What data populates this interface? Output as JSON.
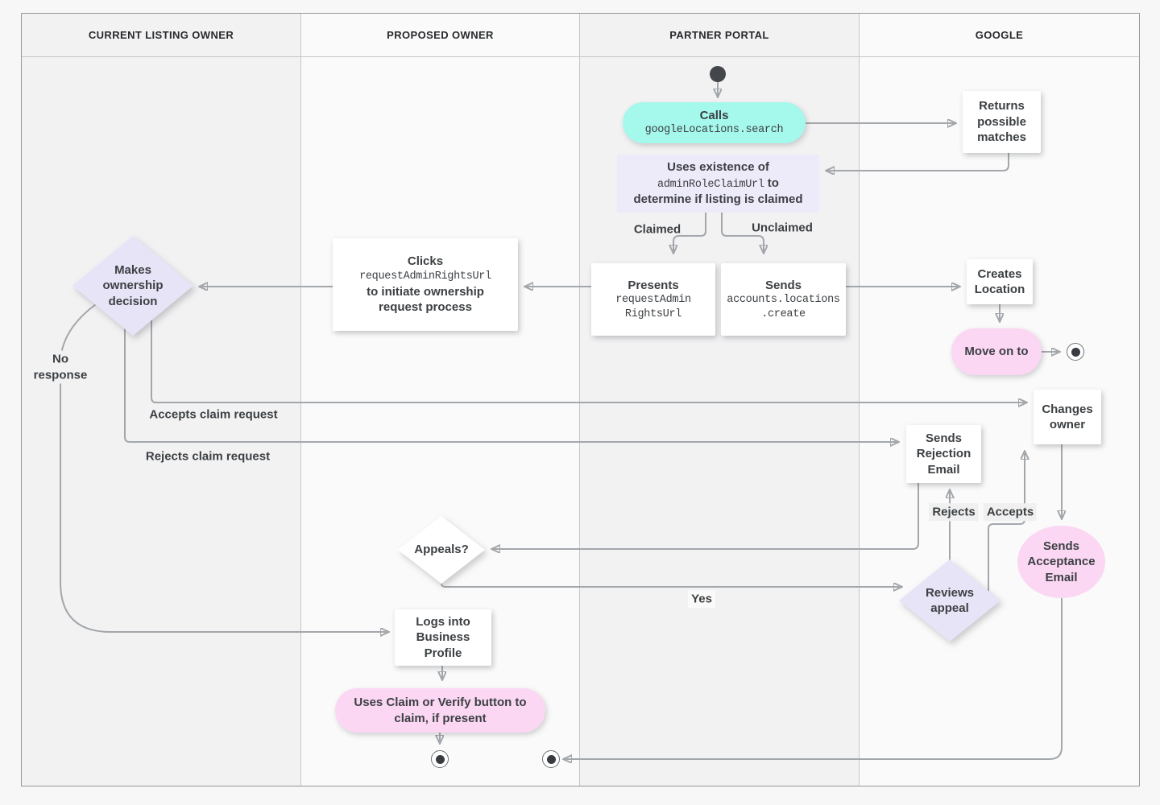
{
  "lanes": [
    {
      "label": "CURRENT LISTING OWNER"
    },
    {
      "label": "PROPOSED OWNER"
    },
    {
      "label": "PARTNER PORTAL"
    },
    {
      "label": "GOOGLE"
    }
  ],
  "nodes": {
    "calls": {
      "title": "Calls",
      "code": "googleLocations.search"
    },
    "returns_matches": {
      "text": "Returns possible matches"
    },
    "uses_existence": {
      "line1": "Uses existence of",
      "code": "adminRoleClaimUrl",
      "line2_suffix": " to",
      "line3": "determine if listing is claimed"
    },
    "presents": {
      "title": "Presents",
      "code1": "requestAdmin",
      "code2": "RightsUrl"
    },
    "sends_create": {
      "title": "Sends",
      "code1": "accounts.locations",
      "code2": ".create"
    },
    "creates_location": {
      "text": "Creates Location"
    },
    "move_on": {
      "text": "Move on to"
    },
    "clicks": {
      "title": "Clicks",
      "code": "requestAdminRightsUrl",
      "rest": "to initiate ownership request process"
    },
    "makes_decision": {
      "text": "Makes ownership decision"
    },
    "changes_owner": {
      "text": "Changes owner"
    },
    "sends_rejection": {
      "text": "Sends Rejection Email"
    },
    "sends_acceptance": {
      "text": "Sends Acceptance Email"
    },
    "appeals": {
      "text": "Appeals?"
    },
    "reviews_appeal": {
      "text": "Reviews appeal"
    },
    "logs_in": {
      "text": "Logs into Business Profile"
    },
    "uses_claim": {
      "text": "Uses Claim or Verify button to claim, if present"
    }
  },
  "edge_labels": {
    "claimed": "Claimed",
    "unclaimed": "Unclaimed",
    "no_response": "No response",
    "accepts_claim": "Accepts claim request",
    "rejects_claim": "Rejects claim request",
    "rejects": "Rejects",
    "accepts": "Accepts",
    "yes": "Yes"
  },
  "colors": {
    "teal": "#a5f8ec",
    "lavender": "#e8e4f7",
    "lavender-light": "#edeaf9",
    "pink": "#fbd7f3",
    "line": "#a3a7ab",
    "text": "#3c4043"
  }
}
